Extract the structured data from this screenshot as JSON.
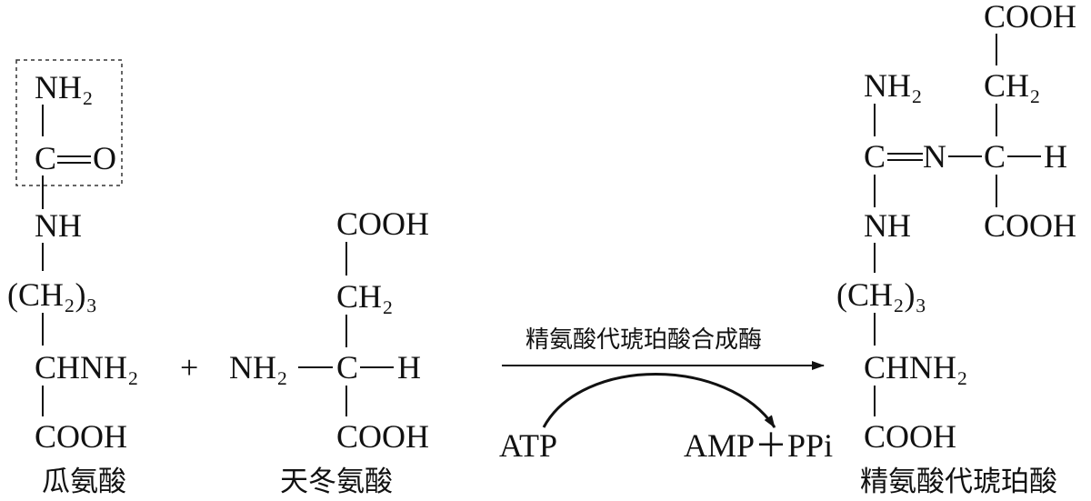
{
  "citrulline": {
    "nh2": "NH₂",
    "c": "C",
    "o": "O",
    "nh": "NH",
    "ch2n": "(CH₂)₃",
    "chnh2": "CHNH₂",
    "cooh": "COOH",
    "name": "瓜氨酸"
  },
  "plus": "+",
  "aspartate": {
    "cooh_top": "COOH",
    "ch2": "CH₂",
    "nh2": "NH₂",
    "c": "C",
    "h": "H",
    "cooh_bottom": "COOH",
    "name": "天冬氨酸"
  },
  "reaction": {
    "enzyme": "精氨酸代琥珀酸合成酶",
    "atp": "ATP",
    "products": "AMP＋PPi"
  },
  "argininosuccinate": {
    "cooh_top": "COOH",
    "ch2": "CH₂",
    "nh2": "NH₂",
    "c": "C",
    "n": "N",
    "c2": "C",
    "h": "H",
    "cooh_mid": "COOH",
    "nh": "NH",
    "ch2n": "(CH₂)₃",
    "chnh2": "CHNH₂",
    "cooh_bottom": "COOH",
    "name": "精氨酸代琥珀酸"
  }
}
